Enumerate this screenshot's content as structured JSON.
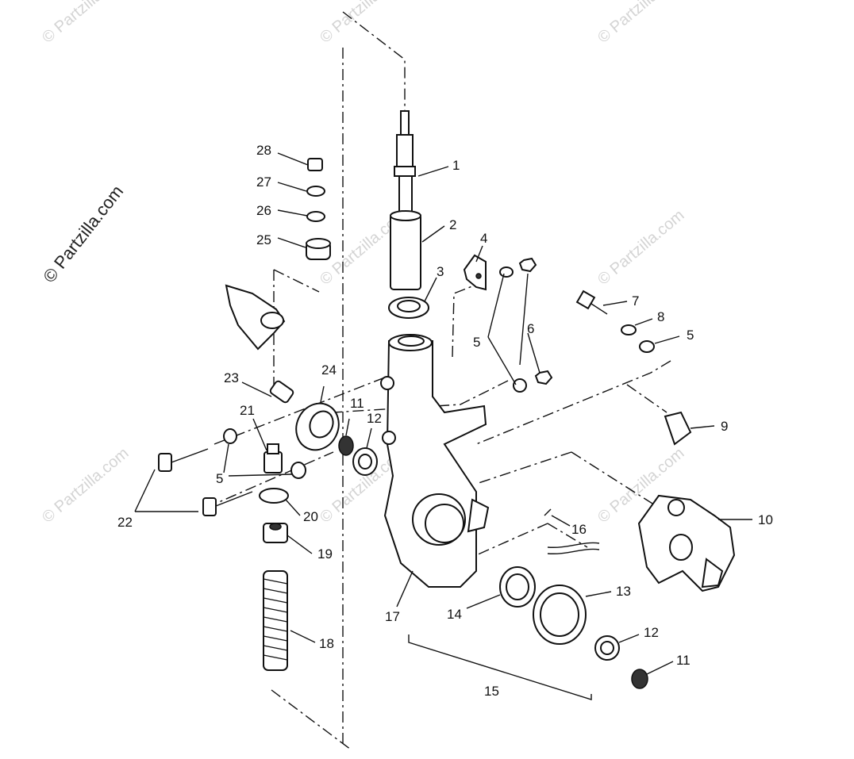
{
  "watermark": {
    "side_text": "© Partzilla.com",
    "tile_text": "© Partzilla.com"
  },
  "callouts": [
    {
      "id": "c1",
      "text": "1"
    },
    {
      "id": "c2",
      "text": "2"
    },
    {
      "id": "c3",
      "text": "3"
    },
    {
      "id": "c4",
      "text": "4"
    },
    {
      "id": "c5a",
      "text": "5"
    },
    {
      "id": "c6",
      "text": "6"
    },
    {
      "id": "c7",
      "text": "7"
    },
    {
      "id": "c8",
      "text": "8"
    },
    {
      "id": "c5b",
      "text": "5"
    },
    {
      "id": "c9",
      "text": "9"
    },
    {
      "id": "c10",
      "text": "10"
    },
    {
      "id": "c11a",
      "text": "11"
    },
    {
      "id": "c12a",
      "text": "12"
    },
    {
      "id": "c13",
      "text": "13"
    },
    {
      "id": "c12b",
      "text": "12"
    },
    {
      "id": "c11b",
      "text": "11"
    },
    {
      "id": "c14",
      "text": "14"
    },
    {
      "id": "c15",
      "text": "15"
    },
    {
      "id": "c16",
      "text": "16"
    },
    {
      "id": "c17",
      "text": "17"
    },
    {
      "id": "c18",
      "text": "18"
    },
    {
      "id": "c19",
      "text": "19"
    },
    {
      "id": "c20",
      "text": "20"
    },
    {
      "id": "c21",
      "text": "21"
    },
    {
      "id": "c22",
      "text": "22"
    },
    {
      "id": "c23",
      "text": "23"
    },
    {
      "id": "c24",
      "text": "24"
    },
    {
      "id": "c5c",
      "text": "5"
    },
    {
      "id": "c25",
      "text": "25"
    },
    {
      "id": "c26",
      "text": "26"
    },
    {
      "id": "c27",
      "text": "27"
    },
    {
      "id": "c28",
      "text": "28"
    }
  ]
}
